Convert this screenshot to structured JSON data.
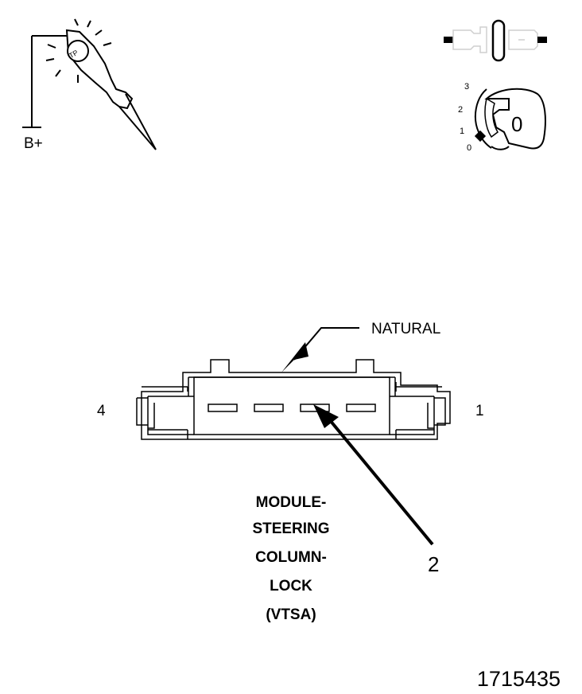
{
  "test_lamp": {
    "supply_label": "B+",
    "probe_text": "TP"
  },
  "ignition_switch": {
    "positions": [
      "3",
      "2",
      "1",
      "0"
    ],
    "current_position": "0"
  },
  "connector": {
    "callout_label": "NATURAL",
    "pin_left": "4",
    "pin_right": "1",
    "terminal_callout": "2",
    "component_name": [
      "MODULE-",
      "STEERING",
      "COLUMN-",
      "LOCK",
      "(VTSA)"
    ]
  },
  "figure_number": "1715435",
  "colors": {
    "line": "#000000",
    "background": "#ffffff",
    "light_line": "#cfcfcf"
  }
}
